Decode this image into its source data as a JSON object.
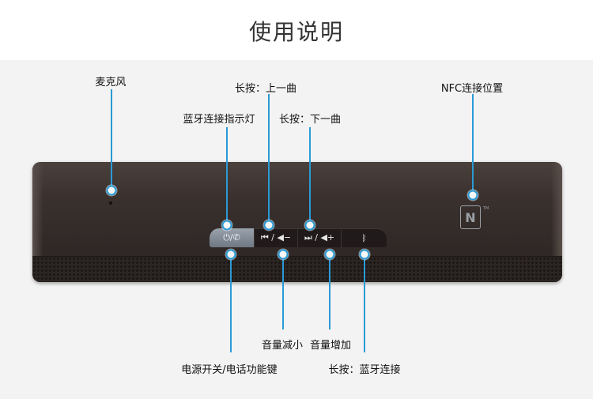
{
  "page": {
    "title": "使用说明"
  },
  "labels": {
    "mic": "麦克风",
    "bt_indicator": "蓝牙连接指示灯",
    "prev_track": "长按：上一曲",
    "next_track": "长按：下一曲",
    "nfc": "NFC连接位置",
    "vol_down": "音量减小",
    "vol_up": "音量增加",
    "power_call": "电源开关/电话功能键",
    "bt_connect": "长按：蓝牙连接"
  },
  "buttons": {
    "power": "⏻/✆",
    "prev": "⏮ / ◀−",
    "next": "⏭ / ◀+",
    "bluetooth": "ᛒ"
  },
  "nfc_mark": {
    "glyph": "N",
    "tm": "TM"
  },
  "colors": {
    "accent": "#2a9ad6",
    "panel_bg": "#f3f3f3",
    "speaker": "#332b29"
  }
}
